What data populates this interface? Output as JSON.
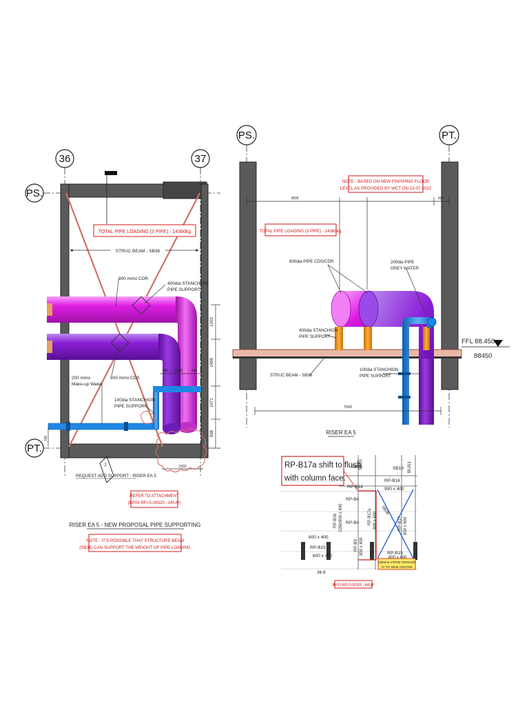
{
  "grid": {
    "left_36": "36",
    "left_37": "37",
    "left_ps": "PS.",
    "left_pt": "PT.",
    "right_ps": "PS.",
    "right_pt": "PT."
  },
  "left_plan": {
    "total_loading": "TOTAL PIPE LOADING (3 PIPE) - 14360kg",
    "struc_beam": "STRUC BEAM - SB36",
    "pipe_800_cdr": "800 mmo CDR",
    "stanchion_400": [
      "400dia STANCHION",
      "PIPE SUPPORT"
    ],
    "pipe_800_cds": "800 mmo CDS",
    "makeup_water": [
      "200 mmo",
      "Make-up Water"
    ],
    "stanchion_100": [
      "100dia STANCHION",
      "PIPE SUPPORT"
    ],
    "dims_right": [
      "1203",
      "1498",
      "1071",
      "838"
    ],
    "dims_top": [
      "940",
      "1000",
      "450"
    ],
    "dim_left": "700",
    "dim_bottom": "2260",
    "request_add_support": "REQUEST ADD SUPPORT - RISER EA 5",
    "section_marker": "2",
    "refer_attachment": [
      "REFER TO ATTACHMENT",
      "(BP03-RFI-S-06325 - ARUP)"
    ],
    "title": "RISER EA 5 - NEW PROPOSAL PIPE SUPPORTING",
    "note": [
      "NOTE : IT'S POSSIBLE THAT STRUCTURE BEAM",
      "(SB36) CAN SUPPORT THE WEIGHT OF PIPE LOADING"
    ]
  },
  "right_section": {
    "note_ffl": [
      "NOTE : BASED ON NEW FINISHING FLOOR",
      "LEVEL AS PROVIDED BY WCT ON 13-07-2022"
    ],
    "dim_top_left": "3839",
    "dim_top_right": "929",
    "total_loading": "TOTAL PIPE LOADING (3 PIPE) - 14360kg",
    "pipe_cds_cdr": "800dia PIPE CDS/CDR",
    "grey_water": [
      "200dia PIPE",
      "GREY WATER"
    ],
    "stanchion_400": [
      "400dia STANCHION",
      "PIPE SUPPORT"
    ],
    "ffl": "FFL 88.450",
    "level": "88450",
    "struc_beam": "STRUC BEAM - SB36",
    "stanchion_100": [
      "100dia STANCHION",
      "PIPE SUPPORT"
    ],
    "dim_bottom": "7500",
    "title": "RISER EA 5"
  },
  "inset": {
    "callout": [
      "RP-B17a shift to flush",
      "with column face."
    ],
    "labels": {
      "sb_top_1": "SB31",
      "sb_top_2": "SB19",
      "bus": "BUS1",
      "sb_left": "SB36",
      "rp_b14_a": "RP-B14",
      "rp_b14_b": "RP-B14",
      "rp_b14_size": "900 x 400",
      "rp_b4_a": "RP-B4",
      "rp_b4_b": "RP-B4",
      "rp_b16": "RP-B16",
      "rp_b16_size": "1050/900 x 400",
      "rp_b3": "RP-B3",
      "rp_b3_size": "900 x 400",
      "rp_b17a": "RP-B17a",
      "rp_b17a_size": "900 x 600",
      "rp_b17": "RP-B17",
      "rp_b17_size": "900 x 600",
      "rp_b15": "RP-B15",
      "rp_b15_size": "600 x 400",
      "rp_b15_r": "RP-B15",
      "rp_b15_r_size": "600 x 400",
      "small_600": "600 x 400",
      "sb36_diag": "SB36",
      "note_yellow": [
        "2250mm FROM GROUND",
        "37 TO SB36 CENTRE"
      ],
      "bottom": "36.8"
    },
    "reference": "BP03-RFI-S-06325 - ARUP"
  },
  "colors": {
    "magenta": "#e11ee6",
    "purple": "#8a1fd6",
    "blue": "#1e88e5",
    "orange": "#f0920a",
    "red_note": "#d01818",
    "beam_grey": "#555555"
  }
}
